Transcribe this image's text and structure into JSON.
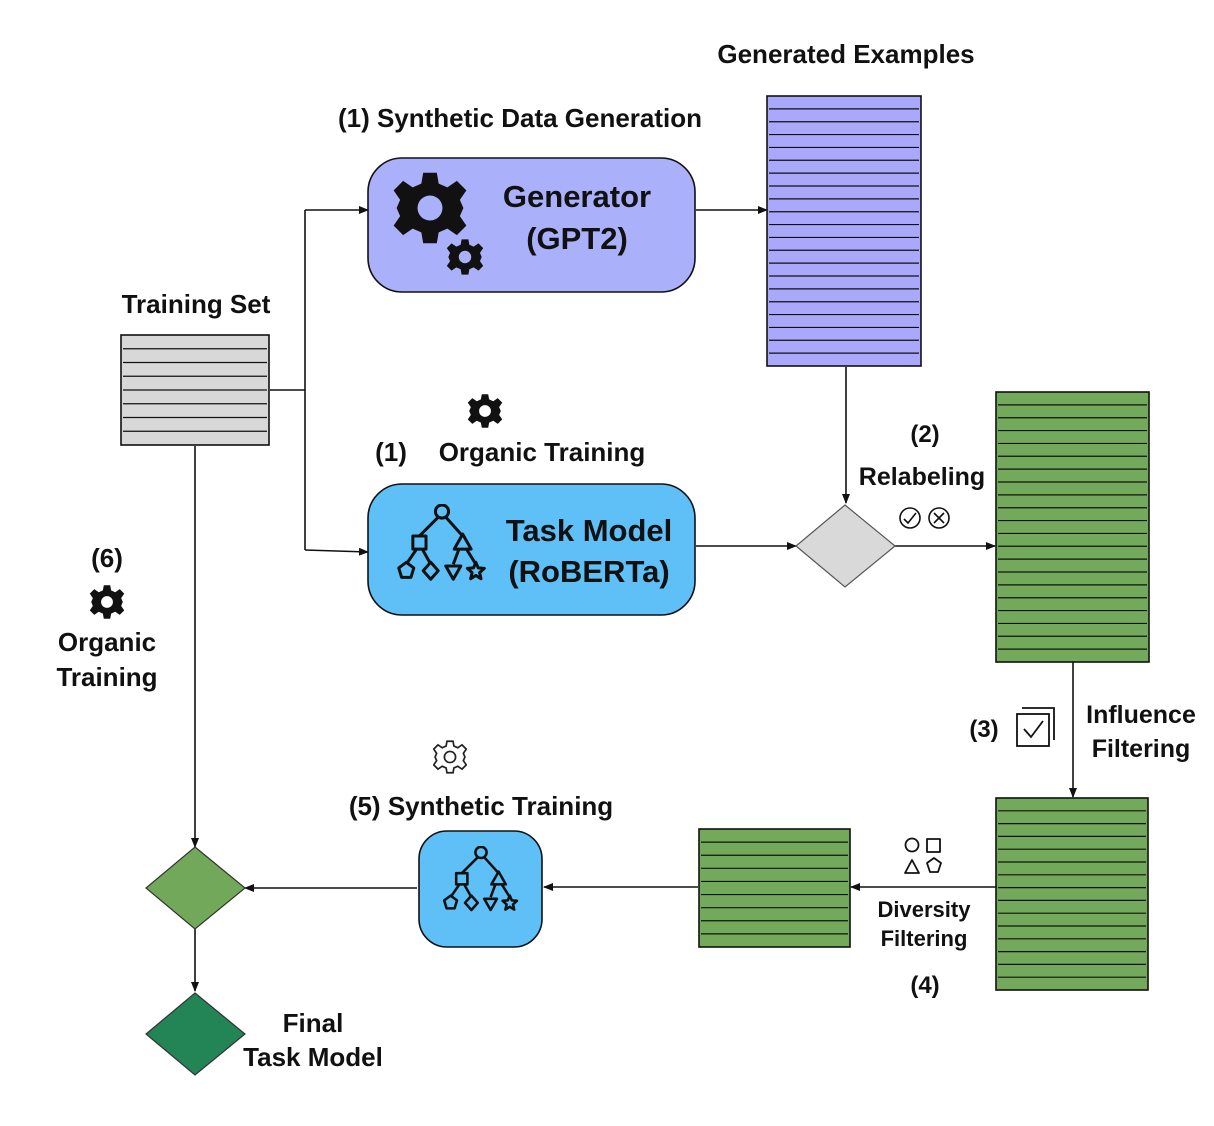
{
  "titles": {
    "generated_examples": "Generated Examples",
    "synthetic_data_generation": "(1)  Synthetic Data Generation",
    "training_set": "Training Set",
    "organic_training_1_num": "(1)",
    "organic_training_1": "Organic Training",
    "relabeling_num": "(2)",
    "relabeling": "Relabeling",
    "influence_num": "(3)",
    "influence_line1": "Influence",
    "influence_line2": "Filtering",
    "diversity_line1": "Diversity",
    "diversity_line2": "Filtering",
    "diversity_num": "(4)",
    "synthetic_training": "(5)  Synthetic Training",
    "organic_training_6_num": "(6)",
    "organic_training_6_line1": "Organic",
    "organic_training_6_line2": "Training",
    "final_line1": "Final",
    "final_line2": "Task Model"
  },
  "nodes": {
    "generator_line1": "Generator",
    "generator_line2": "(GPT2)",
    "task_model_line1": "Task Model",
    "task_model_line2": "(RoBERTa)"
  },
  "colors": {
    "generator_fill": "#aab0fa",
    "task_model_fill": "#5fbff7",
    "generated_stack": "#a9a8fb",
    "training_stack": "#d8d8d8",
    "green_stack": "#73a95a",
    "gray_diamond": "#d9d9d9",
    "green_diamond": "#72a85a",
    "final_diamond": "#238456"
  },
  "icons": [
    "gear-icon",
    "tree-model-icon",
    "check-cross-icon",
    "checkbox-stack-icon",
    "shapes-icon"
  ]
}
